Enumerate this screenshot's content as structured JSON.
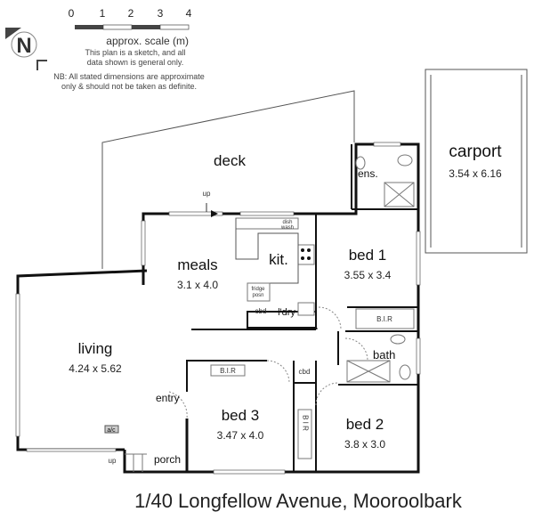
{
  "scale": {
    "ticks": [
      "0",
      "1",
      "2",
      "3",
      "4"
    ],
    "label": "approx. scale (m)",
    "note1": "This plan is a sketch, and all",
    "note2": "data shown is general only.",
    "note3": "NB: All stated dimensions are approximate",
    "note4": "only & should not be taken as definite."
  },
  "compass": {
    "letter": "N"
  },
  "rooms": {
    "deck": {
      "name": "deck"
    },
    "carport": {
      "name": "carport",
      "dims": "3.54 x 6.16"
    },
    "ens": {
      "name": "ens."
    },
    "meals": {
      "name": "meals",
      "dims": "3.1 x 4.0"
    },
    "kit": {
      "name": "kit."
    },
    "bed1": {
      "name": "bed 1",
      "dims": "3.55 x 3.4"
    },
    "living": {
      "name": "living",
      "dims": "4.24 x 5.62"
    },
    "bath": {
      "name": "bath"
    },
    "bed3": {
      "name": "bed 3",
      "dims": "3.47 x 4.0"
    },
    "bed2": {
      "name": "bed 2",
      "dims": "3.8 x 3.0"
    },
    "entry": {
      "name": "entry"
    },
    "porch": {
      "name": "porch"
    }
  },
  "labels": {
    "up1": "up",
    "up2": "up",
    "dishwash1": "dish",
    "dishwash2": "wash",
    "fridge1": "fridge",
    "fridge2": "posn",
    "cbd1": "cbd",
    "ldry": "l'dry",
    "bir1": "B.I.R",
    "bir2": "B.I.R",
    "bir3": "B I R",
    "cbd2": "cbd",
    "ac": "a/c"
  },
  "address": "1/40 Longfellow Avenue, Mooroolbark"
}
